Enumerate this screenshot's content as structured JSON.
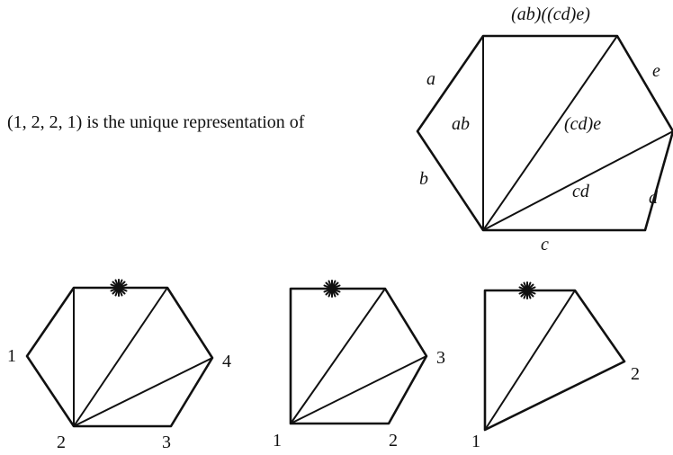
{
  "caption": "(1, 2, 2, 1) is the unique representation of",
  "big_hexagon": {
    "top_label": "(ab)((cd)e)",
    "edge_a": "a",
    "edge_b": "b",
    "edge_c": "c",
    "edge_d": "d",
    "edge_e": "e",
    "diag_ab": "ab",
    "diag_cde": "(cd)e",
    "diag_cd": "cd"
  },
  "small_hexagon": {
    "v1": "1",
    "v2": "2",
    "v3": "3",
    "v4": "4"
  },
  "pentagon": {
    "v1": "1",
    "v2": "2",
    "v3": "3"
  },
  "quadrilateral": {
    "v1": "1",
    "v2": "2"
  }
}
